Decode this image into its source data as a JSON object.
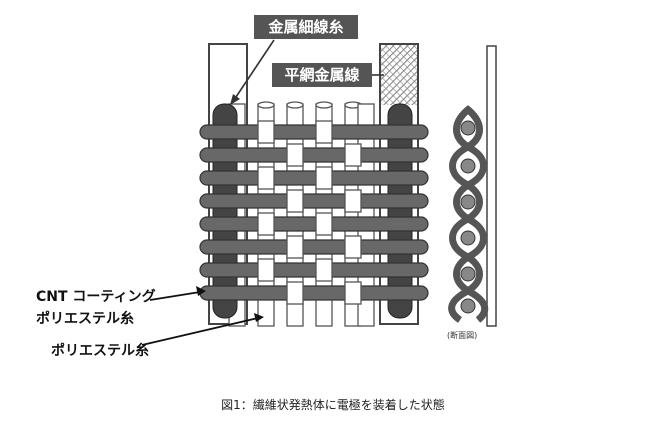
{
  "labels": {
    "metal_fine_wire": "金属細線糸",
    "flat_mesh_metal_wire": "平網金属線",
    "cnt_coated_polyester_line1": "CNT コーティング",
    "cnt_coated_polyester_line2": "ポリエステル糸",
    "polyester_yarn": "ポリエステル糸",
    "cross_section": "(断面図)"
  },
  "caption": "図1：繊維状発熱体に電極を装着した状態",
  "colors": {
    "label_box_fill": "#555555",
    "cnt_yarn": "#666666",
    "electrode_dark": "#444444",
    "outline": "#444444"
  }
}
